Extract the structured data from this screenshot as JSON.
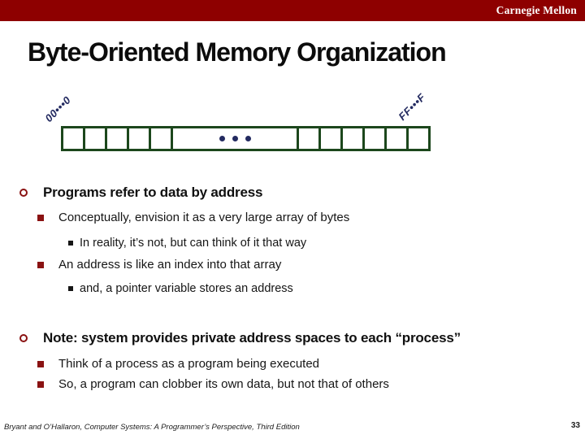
{
  "theme": {
    "banner-red": "#8e0000",
    "bullet-red": "#8a1212",
    "box-green": "#1c471c",
    "navy": "#232a60",
    "ink": "#141414"
  },
  "banner": {
    "brand": "Carnegie Mellon"
  },
  "title": "Byte-Oriented Memory Organization",
  "memory_diagram": {
    "low_address_label": "00•••0",
    "high_address_label": "FF•••F",
    "left_cell_count": 5,
    "right_cell_count": 6,
    "ellipsis_dot_count": 3
  },
  "sections": [
    {
      "heading": "Programs refer to data by address",
      "items": [
        {
          "level": 2,
          "text": "Conceptually, envision it as a very large array of bytes"
        },
        {
          "level": 3,
          "text": "In reality, it’s not, but can think of it that way"
        },
        {
          "level": 2,
          "text": "An address is like an index into that array"
        },
        {
          "level": 3,
          "text": "and, a pointer variable stores an address"
        }
      ]
    },
    {
      "heading": "Note: system provides private address spaces to each “process”",
      "items": [
        {
          "level": 2,
          "text": "Think of a process as a program being executed"
        },
        {
          "level": 2,
          "text": "So, a program can clobber its own data, but not that of others"
        }
      ]
    }
  ],
  "footer": {
    "citation": "Bryant and O’Hallaron, Computer Systems: A Programmer’s Perspective, Third Edition",
    "page_number": "33"
  }
}
